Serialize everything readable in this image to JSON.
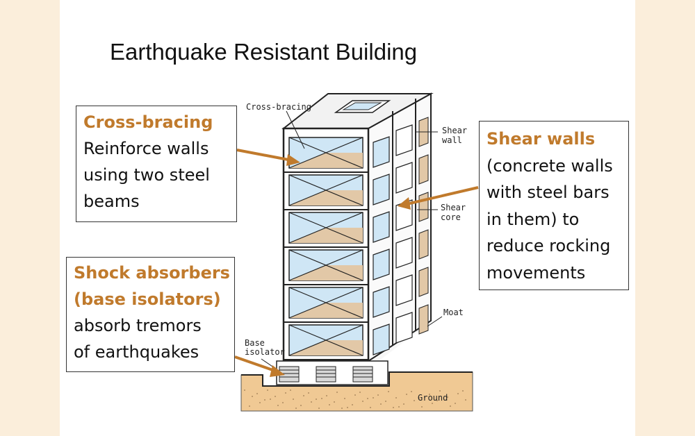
{
  "title": "Earthquake Resistant Building",
  "colors": {
    "accent": "#c07a2c",
    "background": "#fbeedb",
    "soil": "#f0c994",
    "glass": "#cfe6f5",
    "floor": "#e2c8a7"
  },
  "callouts": {
    "cross_bracing": {
      "heading": "Cross-bracing",
      "lines": [
        "Reinforce walls",
        "using two steel",
        "beams"
      ]
    },
    "shear_walls": {
      "heading": "Shear walls",
      "lines": [
        "(concrete walls",
        "with steel bars",
        "in them) to",
        "reduce rocking",
        "movements"
      ]
    },
    "shock_absorbers": {
      "heading_lines": [
        "Shock absorbers",
        "(base isolators)"
      ],
      "lines": [
        "absorb tremors",
        "of earthquakes"
      ]
    }
  },
  "diagram_labels": {
    "cross_bracing": "Cross-bracing",
    "shear_wall": [
      "Shear",
      "wall"
    ],
    "shear_core": [
      "Shear",
      "core"
    ],
    "moat": "Moat",
    "base_isolator": [
      "Base",
      "isolator"
    ],
    "ground": "Ground"
  }
}
